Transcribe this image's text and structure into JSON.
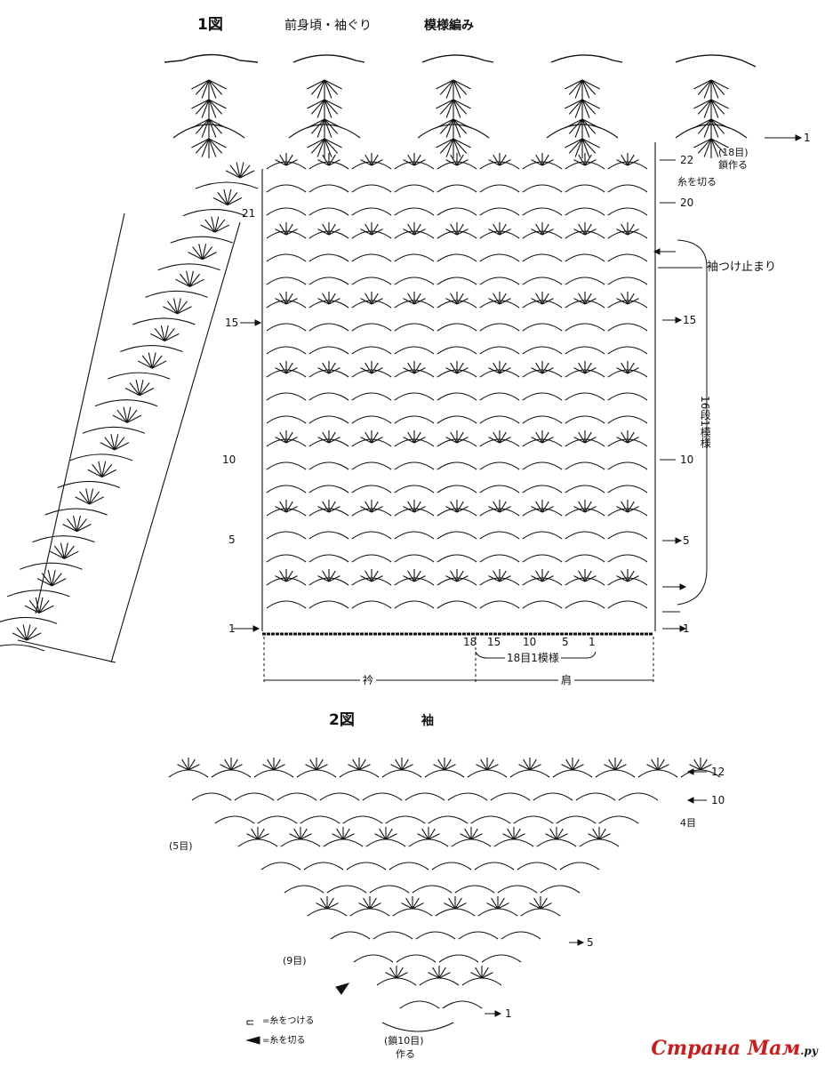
{
  "figure1": {
    "number": "1図",
    "title_part1": "前身頃・袖ぐり",
    "title_part2": "模様編み",
    "row_labels_left": [
      "21",
      "15",
      "10",
      "5",
      "1"
    ],
    "row_labels_right": [
      "1",
      "22",
      "20",
      "15",
      "10",
      "5",
      "1"
    ],
    "chain_start": "(18目)",
    "chain_make": "鎖作る",
    "cut_yarn_note": "糸を切る",
    "sleeve_end_note": "袖つけ止まり",
    "repeat_rows_note": "16段1模様",
    "stitch_counts": [
      "18",
      "15",
      "10",
      "5",
      "1"
    ],
    "repeat_stitch_note": "18目1模様",
    "left_edge": "衿",
    "right_edge": "肩"
  },
  "figure2": {
    "number": "2図",
    "title": "袖",
    "row_labels": [
      "12",
      "10",
      "5",
      "1"
    ],
    "side_counts": [
      "(5目)",
      "4目",
      "(9目)"
    ],
    "chain_start": "(鎖10目)",
    "chain_make": "作る"
  },
  "legend": {
    "attach": "=糸をつける",
    "cut": "=糸を切る"
  },
  "watermark": {
    "text": "Страна Мам",
    "suffix": ".ру"
  },
  "colors": {
    "ink": "#111111",
    "watermark_red": "#cf1a1a"
  }
}
